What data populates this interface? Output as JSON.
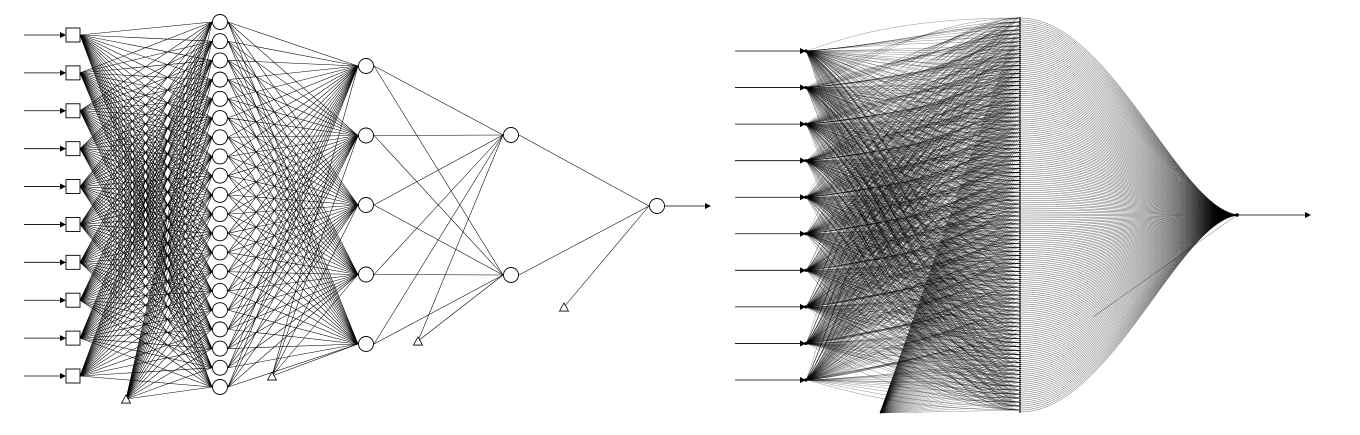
{
  "figure": {
    "background": "#ffffff",
    "ink": "#000000",
    "panels": [
      {
        "id": "small-network",
        "layers": [
          {
            "name": "input",
            "count": 10,
            "shape": "square"
          },
          {
            "name": "hidden-1",
            "count": 20,
            "shape": "circle"
          },
          {
            "name": "hidden-2",
            "count": 5,
            "shape": "circle"
          },
          {
            "name": "hidden-3",
            "count": 2,
            "shape": "circle"
          },
          {
            "name": "output",
            "count": 1,
            "shape": "circle"
          }
        ],
        "bias_nodes": 4,
        "has_input_arrows": true,
        "has_output_arrow": true
      },
      {
        "id": "large-network",
        "layers": [
          {
            "name": "input",
            "count": 10,
            "shape": "dot"
          },
          {
            "name": "hidden-1",
            "count": 200,
            "shape": "dot"
          },
          {
            "name": "output",
            "count": 1,
            "shape": "dot"
          }
        ],
        "bias_nodes": 1,
        "has_input_arrows": true,
        "has_output_arrow": true
      }
    ]
  }
}
